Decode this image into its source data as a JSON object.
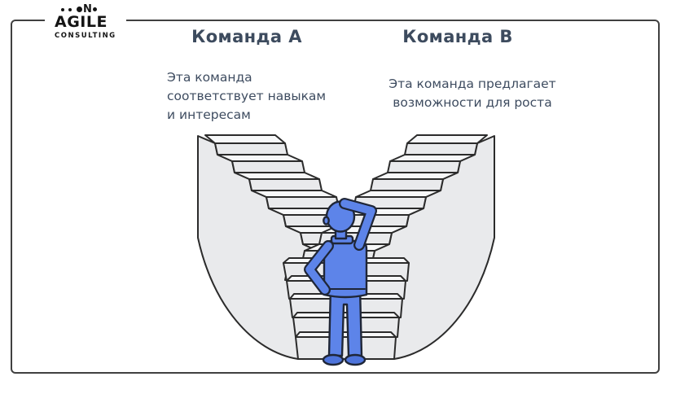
{
  "logo": {
    "mark_letter": "N",
    "title": "AGILE",
    "subtitle": "CONSULTING"
  },
  "team_a": {
    "title": "Команда A",
    "desc_lines": [
      "Эта команда",
      "соответствует навыкам",
      "и интересам"
    ]
  },
  "team_b": {
    "title": "Команда B",
    "desc_lines": [
      "Эта команда предлагает",
      "возможности для роста"
    ]
  },
  "illustration": {
    "icons": [
      "staircase-left-icon",
      "staircase-right-icon",
      "person-thinking-icon"
    ]
  },
  "colors": {
    "heading_text": "#3d4b5e",
    "body_text": "#3e4c60",
    "person_blue": "#5d84e9",
    "shoes_blue": "#4d74dc",
    "stair_fill": "#e9eaec",
    "stair_tread": "#f7f8f9",
    "stair_outline": "#2b2b2b",
    "frame_border": "#404040",
    "logo_black": "#141414",
    "background": "#ffffff"
  }
}
